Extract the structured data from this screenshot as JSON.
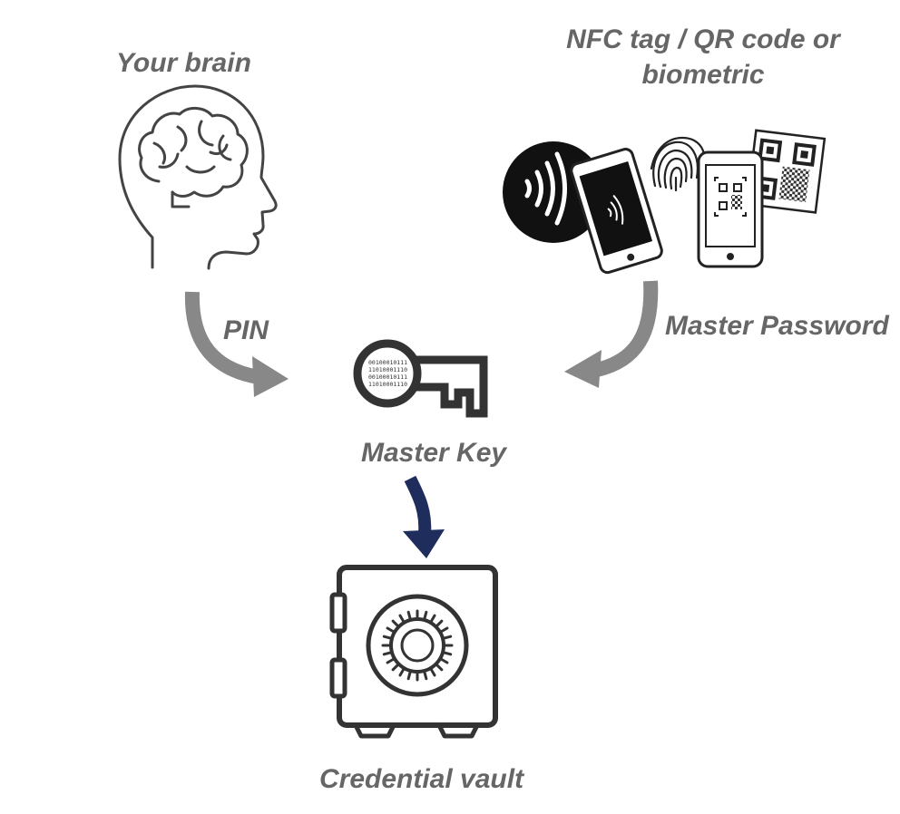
{
  "labels": {
    "brain": "Your brain",
    "nfc_line1": "NFC tag / QR code or",
    "nfc_line2": "biometric",
    "pin": "PIN",
    "master_password": "Master Password",
    "master_key": "Master Key",
    "vault": "Credential vault"
  },
  "key_bits": [
    "00100010111",
    "11010001110",
    "00100010111",
    "11010001110"
  ],
  "colors": {
    "label_text": "#666666",
    "icon_stroke": "#333333",
    "arrow_gray": "#888888",
    "arrow_navy": "#1f2d5c"
  },
  "icons": [
    "brain-head-icon",
    "nfc-icon",
    "phone-nfc-icon",
    "fingerprint-icon",
    "phone-qr-icon",
    "qr-code-icon",
    "key-icon",
    "safe-icon"
  ]
}
